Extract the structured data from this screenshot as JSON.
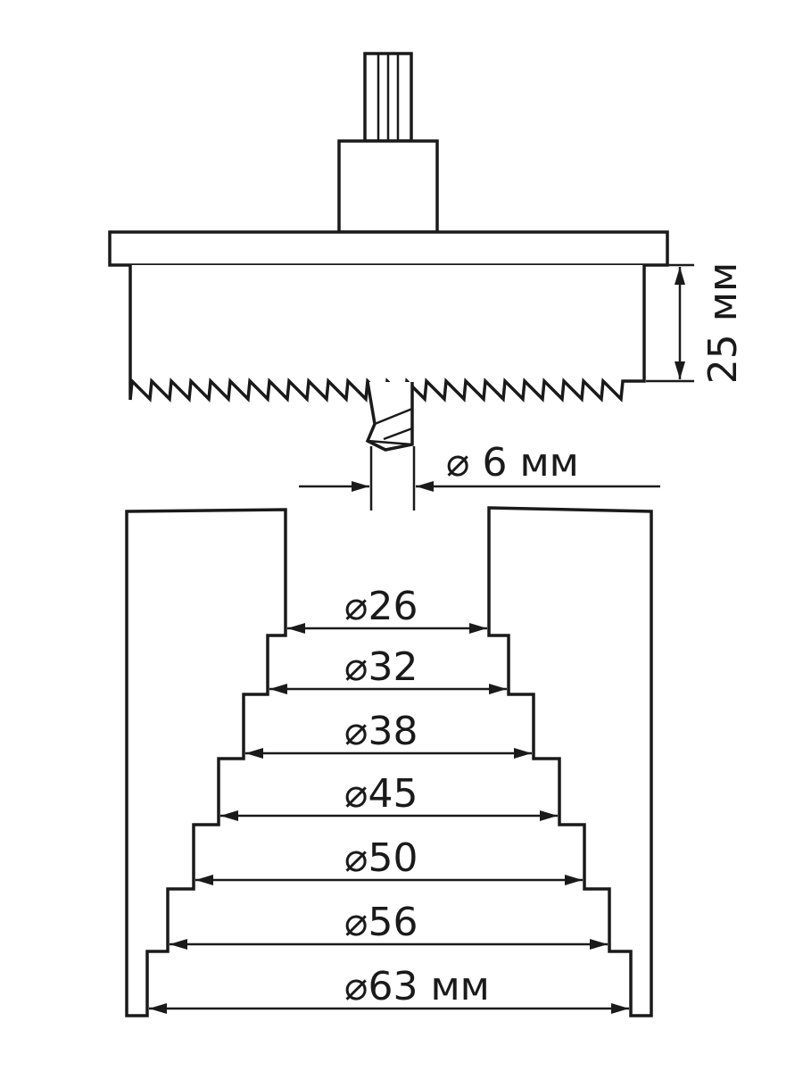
{
  "dimensions": {
    "depth_label": "25 мм",
    "pilot_label": "⌀ 6 мм",
    "diameters": [
      {
        "label": "⌀26"
      },
      {
        "label": "⌀32"
      },
      {
        "label": "⌀38"
      },
      {
        "label": "⌀45"
      },
      {
        "label": "⌀50"
      },
      {
        "label": "⌀56"
      },
      {
        "label": "⌀63 мм"
      }
    ]
  }
}
